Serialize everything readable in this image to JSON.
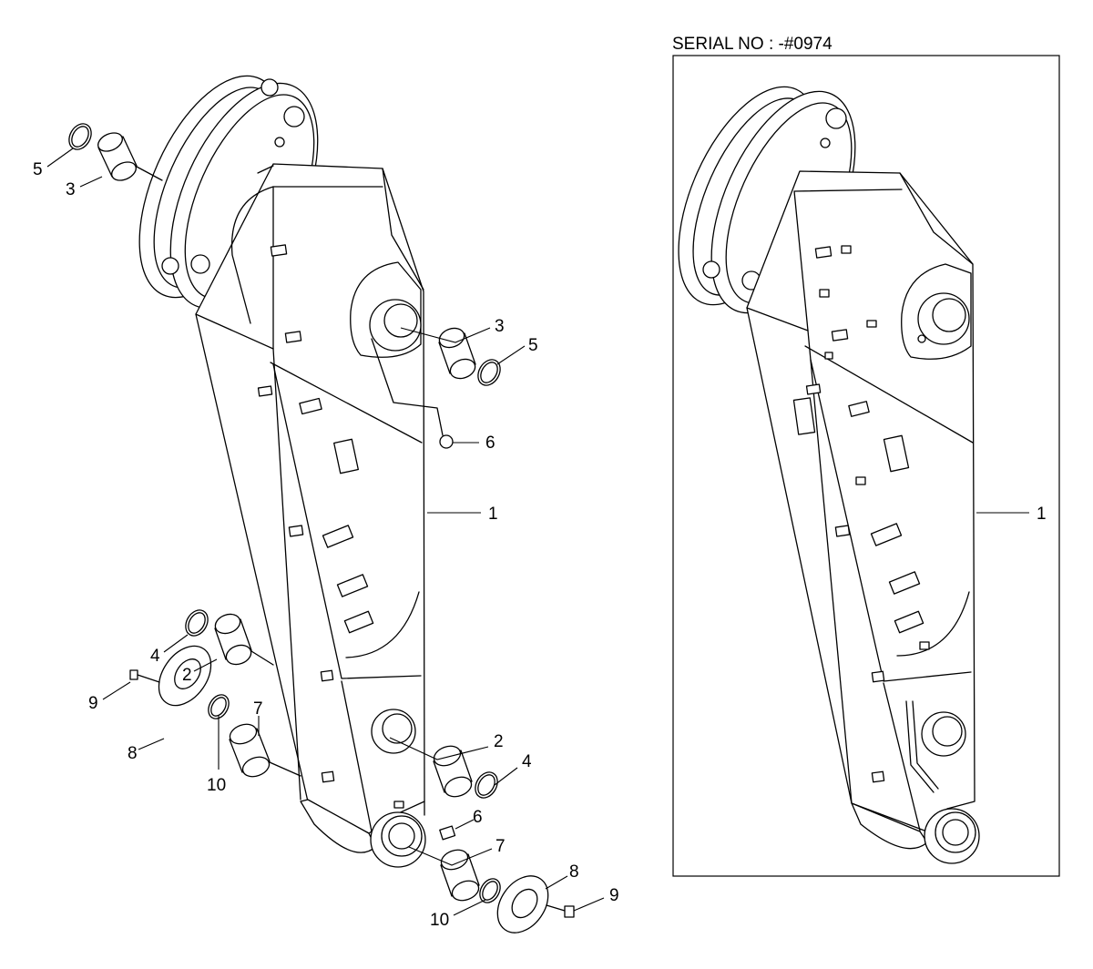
{
  "serial_caption": "SERIAL NO : -#0974",
  "left_callouts": [
    {
      "label": "1"
    },
    {
      "label": "2"
    },
    {
      "label": "2"
    },
    {
      "label": "3"
    },
    {
      "label": "3"
    },
    {
      "label": "4"
    },
    {
      "label": "4"
    },
    {
      "label": "5"
    },
    {
      "label": "5"
    },
    {
      "label": "6"
    },
    {
      "label": "6"
    },
    {
      "label": "7"
    },
    {
      "label": "7"
    },
    {
      "label": "8"
    },
    {
      "label": "8"
    },
    {
      "label": "9"
    },
    {
      "label": "9"
    },
    {
      "label": "10"
    },
    {
      "label": "10"
    }
  ],
  "right_callouts": [
    {
      "label": "1"
    }
  ]
}
